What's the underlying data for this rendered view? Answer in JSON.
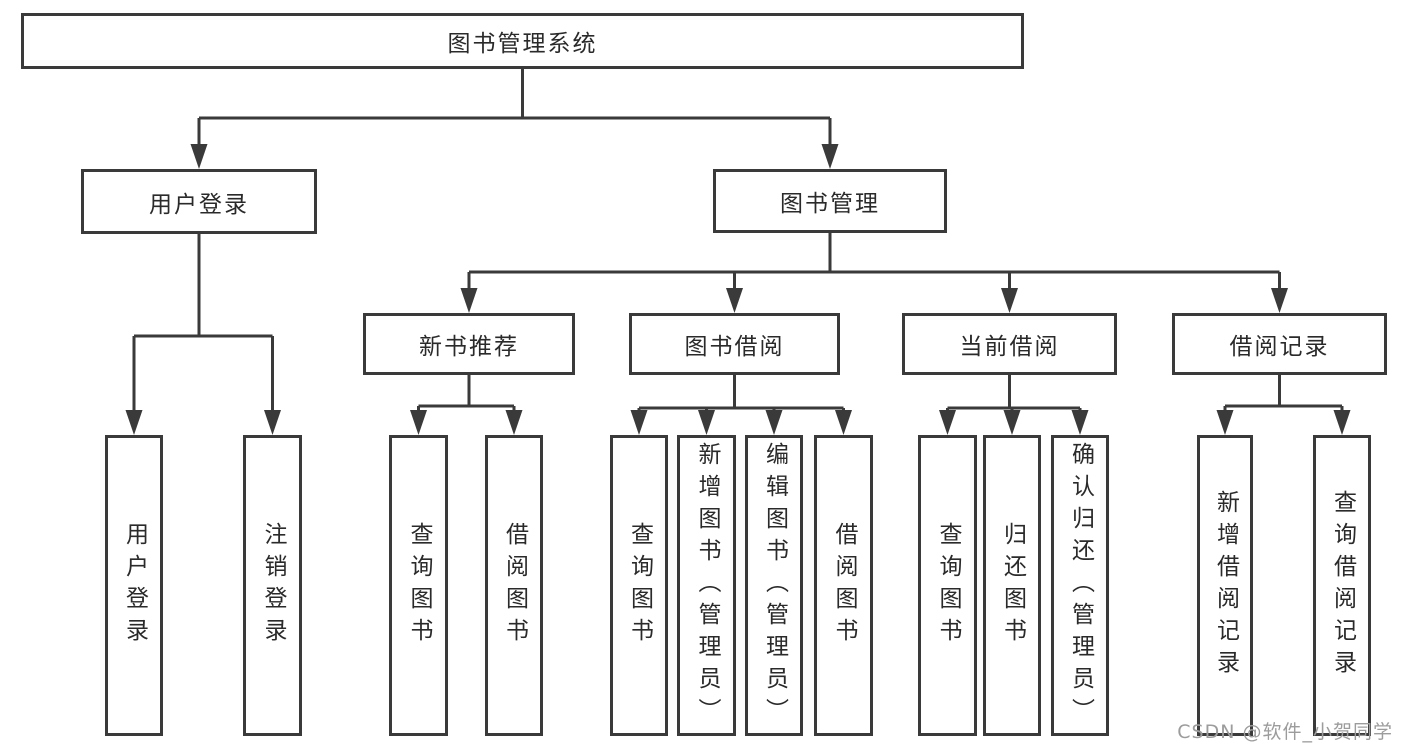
{
  "watermark": "CSDN @软件_小贺同学",
  "colors": {
    "line": "#3a3a3a",
    "box_border": "#3a3a3a",
    "text": "#2a2a2a",
    "background": "#ffffff",
    "watermark": "#9c9c9c"
  },
  "tree": {
    "root": {
      "label": "图书管理系统",
      "children": [
        {
          "label": "用户登录",
          "children": [
            {
              "label": "用户登录"
            },
            {
              "label": "注销登录"
            }
          ]
        },
        {
          "label": "图书管理",
          "children": [
            {
              "label": "新书推荐",
              "children": [
                {
                  "label": "查询图书"
                },
                {
                  "label": "借阅图书"
                }
              ]
            },
            {
              "label": "图书借阅",
              "children": [
                {
                  "label": "查询图书"
                },
                {
                  "label": "新增图书（管理员）"
                },
                {
                  "label": "编辑图书（管理员）"
                },
                {
                  "label": "借阅图书"
                }
              ]
            },
            {
              "label": "当前借阅",
              "children": [
                {
                  "label": "查询图书"
                },
                {
                  "label": "归还图书"
                },
                {
                  "label": "确认归还（管理员）"
                }
              ]
            },
            {
              "label": "借阅记录",
              "children": [
                {
                  "label": "新增借阅记录"
                },
                {
                  "label": "查询借阅记录"
                }
              ]
            }
          ]
        }
      ]
    }
  }
}
